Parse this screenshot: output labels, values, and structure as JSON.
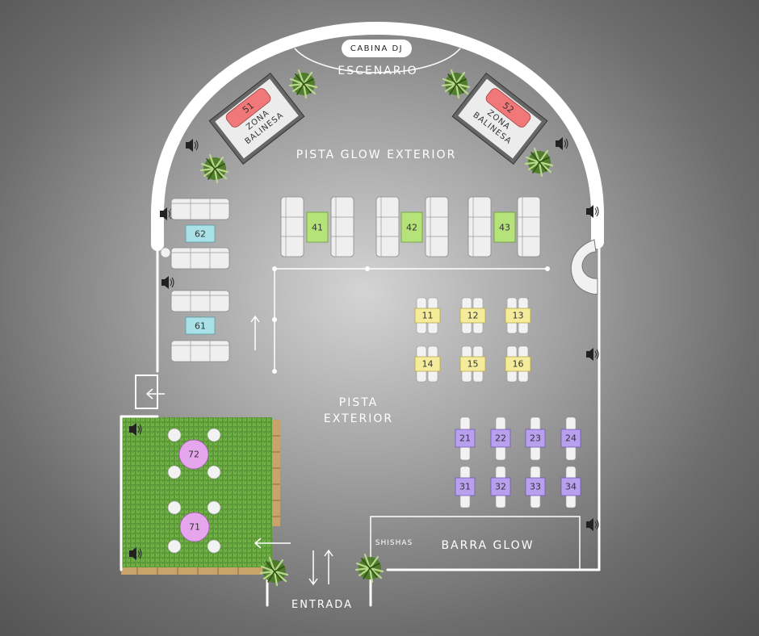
{
  "labels": {
    "dj_booth": "CABINA DJ",
    "stage": "ESCENARIO",
    "pista_glow": "PISTA GLOW EXTERIOR",
    "pista_ext_line1": "PISTA",
    "pista_ext_line2": "EXTERIOR",
    "bar": "BARRA GLOW",
    "shishas": "SHISHAS",
    "entrance": "ENTRADA",
    "balinese_line1": "ZONA",
    "balinese_line2": "BALINESA"
  },
  "colors": {
    "wall": "#ffffff",
    "sofa": "#ededed",
    "balinese_bed": "#f07878",
    "sofa_table_green": "#b6e27a",
    "lounge_table_cyan": "#a8e2e8",
    "high_table_yellow": "#f4ec9a",
    "table_purple": "#b8a0ef",
    "round_table_pink": "#e6a6ee",
    "grass": "#5f9a3a",
    "pallet": "#c9a46a"
  },
  "balinese_zones": [
    {
      "number": "51",
      "name": "ZONA BALINESA"
    },
    {
      "number": "52",
      "name": "ZONA BALINESA"
    }
  ],
  "sofa_tables": [
    "41",
    "42",
    "43"
  ],
  "lounge_tables": [
    "62",
    "61"
  ],
  "high_tables": [
    "11",
    "12",
    "13",
    "14",
    "15",
    "16"
  ],
  "purple_tables": [
    "21",
    "22",
    "23",
    "24",
    "31",
    "32",
    "33",
    "34"
  ],
  "garden_tables": [
    "72",
    "71"
  ],
  "icons": [
    "speaker-icon",
    "plant-icon",
    "arrow-icon",
    "sofa-icon",
    "chair-icon"
  ]
}
